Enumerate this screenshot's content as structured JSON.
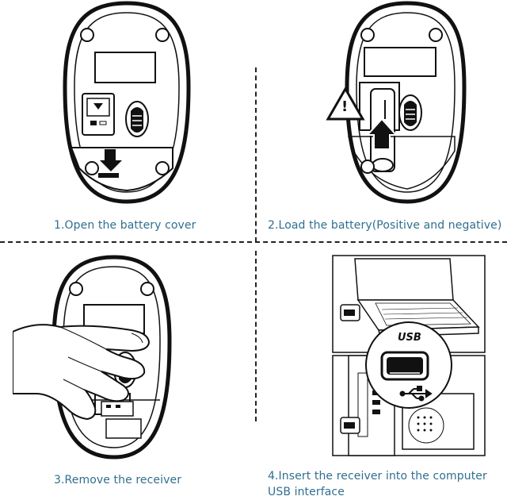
{
  "steps": [
    {
      "number": "1",
      "caption": "1.Open the battery cover"
    },
    {
      "number": "2",
      "caption": "2.Load the battery(Positive and negative)"
    },
    {
      "number": "3",
      "caption": "3.Remove the receiver"
    },
    {
      "number": "4",
      "caption_line1": "4.Insert the receiver into the computer",
      "caption_line2": "USB interface"
    }
  ],
  "usb_label": "USB",
  "warning_symbol": "!",
  "colors": {
    "caption": "#2f6f8f",
    "line": "#111111",
    "divider": "#222222"
  }
}
